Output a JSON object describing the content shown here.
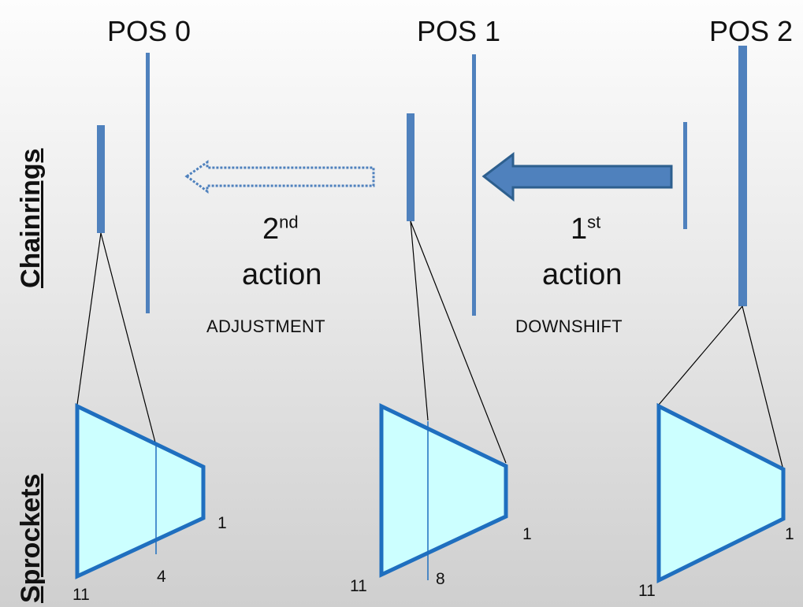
{
  "positions": [
    {
      "title": "POS 0",
      "sprocket_max_label": "11",
      "sprocket_min_label": "1",
      "selected_label": "4"
    },
    {
      "title": "POS 1",
      "sprocket_max_label": "11",
      "sprocket_min_label": "1",
      "selected_label": "8"
    },
    {
      "title": "POS 2",
      "sprocket_max_label": "11",
      "sprocket_min_label": "1"
    }
  ],
  "actions": [
    {
      "ordinal": "1",
      "ordinal_suffix": "st",
      "word": "action",
      "caption": "DOWNSHIFT",
      "style": "solid-arrow"
    },
    {
      "ordinal": "2",
      "ordinal_suffix": "nd",
      "word": "action",
      "caption": "ADJUSTMENT",
      "style": "dotted-arrow"
    }
  ],
  "side_labels": {
    "top": "Chainrings",
    "bottom": "Sprockets"
  },
  "colors": {
    "chainring": "#4f81bd",
    "sprocket_fill": "#ccffff",
    "sprocket_outline": "#1f6fbf",
    "arrow_fill": "#4f81bd",
    "arrow_outline": "#2d5f8e",
    "chain_line": "#000000"
  }
}
